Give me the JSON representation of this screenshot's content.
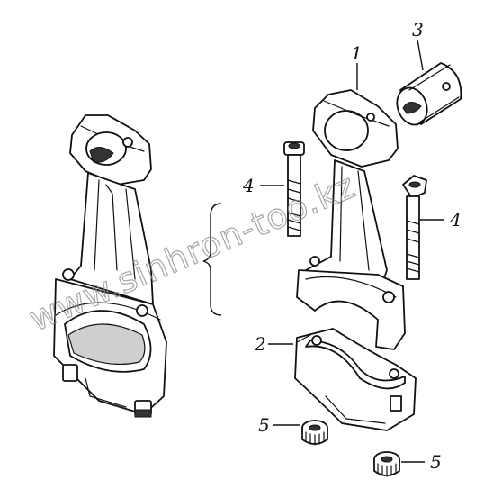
{
  "callouts": {
    "c1": "1",
    "c2": "2",
    "c3": "3",
    "c4a": "4",
    "c4b": "4",
    "c5a": "5",
    "c5b": "5"
  },
  "watermark": "www.sinhron-too.kz",
  "colors": {
    "line": "#111111",
    "shading": "#333333",
    "watermark": "#8a8a8a",
    "background": "#ffffff"
  }
}
